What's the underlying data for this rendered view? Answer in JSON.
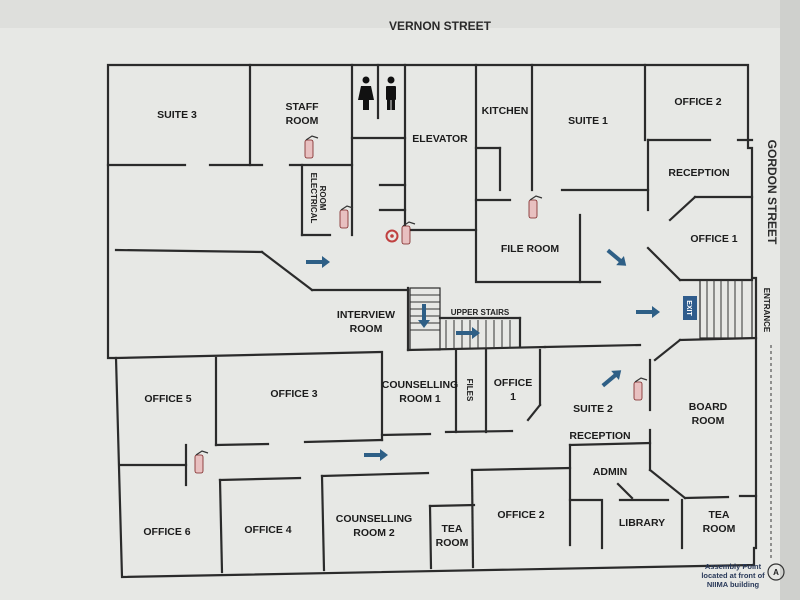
{
  "streets": {
    "top": "VERNON STREET",
    "right": "GORDON STREET",
    "entrance": "ENTRANCE"
  },
  "rooms": {
    "suite3": "SUITE 3",
    "staff_room": [
      "STAFF",
      "ROOM"
    ],
    "electrical_room": [
      "ELECTRICAL",
      "ROOM"
    ],
    "elevator": "ELEVATOR",
    "kitchen": "KITCHEN",
    "suite1": "SUITE 1",
    "office2_top": "OFFICE 2",
    "reception_top": "RECEPTION",
    "office1_right": "OFFICE 1",
    "file_room": "FILE ROOM",
    "interview_room": [
      "INTERVIEW",
      "ROOM"
    ],
    "upper_stairs": "UPPER STAIRS",
    "exit": "EXIT",
    "office5": "OFFICE 5",
    "office3": "OFFICE 3",
    "counselling1": [
      "COUNSELLING",
      "ROOM 1"
    ],
    "files": "FILES",
    "office1_mid": [
      "OFFICE",
      "1"
    ],
    "suite2": "SUITE 2",
    "reception_bottom": "RECEPTION",
    "board_room": [
      "BOARD",
      "ROOM"
    ],
    "admin": "ADMIN",
    "office6": "OFFICE 6",
    "office4": "OFFICE 4",
    "counselling2": [
      "COUNSELLING",
      "ROOM 2"
    ],
    "tea_room_mid": [
      "TEA",
      "ROOM"
    ],
    "office2_bottom": "OFFICE 2",
    "library": "LIBRARY",
    "tea_room_right": [
      "TEA",
      "ROOM"
    ]
  },
  "assembly": {
    "lines": [
      "Assembly Point",
      "located at front of",
      "NIIMA building"
    ],
    "marker": "A"
  },
  "colors": {
    "wall": "#2b2b2b",
    "arrow": "#2e5f86",
    "exit_sign": "#2f5c8c",
    "extinguisher": "#c04040"
  },
  "icons": [
    "female-toilet-icon",
    "male-toilet-icon",
    "fire-extinguisher-icon",
    "fire-hose-reel-icon",
    "direction-arrow-icon",
    "exit-sign-icon"
  ]
}
